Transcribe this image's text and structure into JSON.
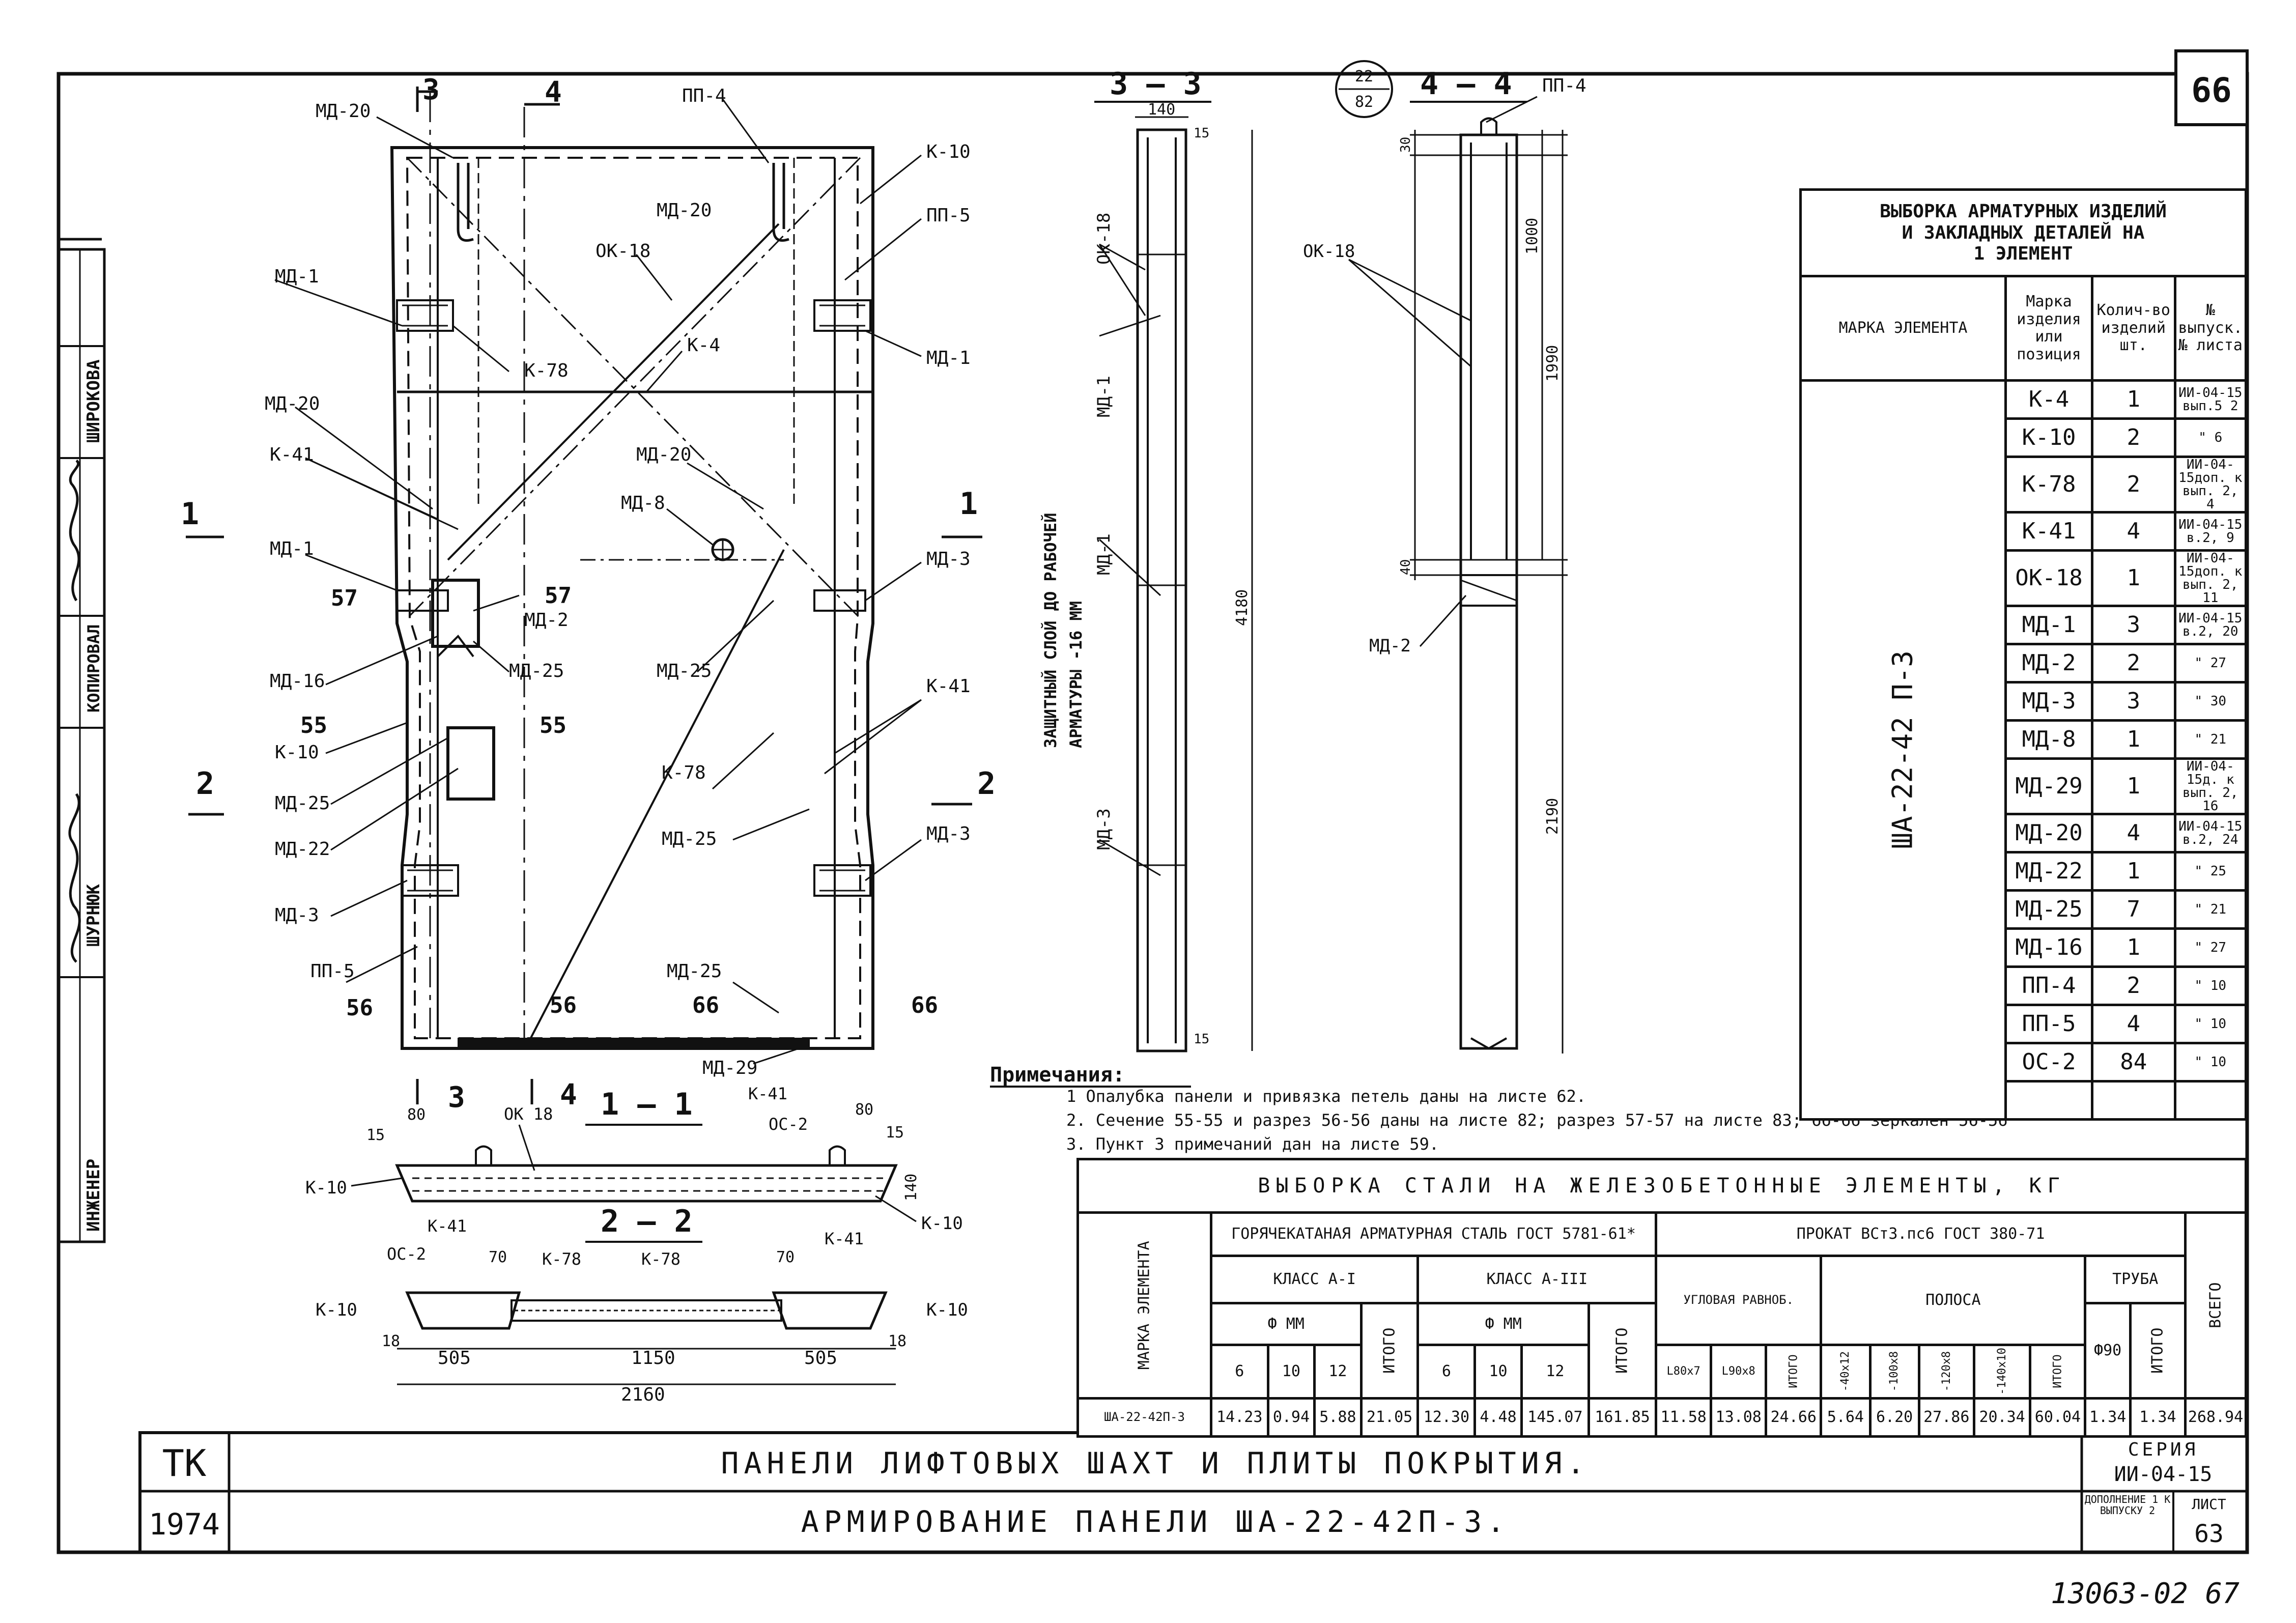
{
  "sheet_number": "66",
  "side_stamp": {
    "cells": [
      "ИНЖЕНЕР",
      "ШУРНЮК",
      "КОПИРОВАЛ",
      "ШИРОКОВА"
    ],
    "signatures": [
      "Шурнюк (подпись)",
      "Широкова (подпись)"
    ]
  },
  "view_labels": {
    "s3_top": "3",
    "s4_top": "4",
    "s3_bot": "3",
    "s4_bot": "4",
    "s1_left": "1",
    "s1_right": "1",
    "s2_left": "2",
    "s2_right": "2",
    "s57_left": "57",
    "s57_right": "57",
    "s55_left": "55",
    "s55_right": "55",
    "s56_left": "56",
    "s56_right": "56",
    "s66_left": "66",
    "s66_right": "66",
    "sec33": "3 — 3",
    "sec44": "4 — 4",
    "sec11": "1 — 1",
    "sec22": "2 — 2",
    "circle_top": "22",
    "circle_bot": "82"
  },
  "main_view_labels": {
    "md20_a": "МД-20",
    "md20_b": "МД-20",
    "md20_c": "МД-20",
    "md20_d": "МД-20",
    "pp4": "ПП-4",
    "k10_top": "К-10",
    "pp5_top": "ПП-5",
    "ok18": "ОК-18",
    "md1_a": "МД-1",
    "k78_a": "К-78",
    "k4": "К-4",
    "md1_b": "МД-1",
    "k41_a": "К-41",
    "md8": "МД-8",
    "md1_c": "МД-1",
    "md2": "МД-2",
    "md3_a": "МД-3",
    "md16": "МД-16",
    "md25_a": "МД-25",
    "md25_b": "МД-25",
    "k41_b": "К-41",
    "k10_b": "К-10",
    "md25_c": "МД-25",
    "k78_b": "К-78",
    "md22": "МД-22",
    "md25_d": "МД-25",
    "md3_b": "МД-3",
    "md3_c": "МД-3",
    "pp5_b": "ПП-5",
    "md25_e": "МД-25",
    "md29": "МД-29"
  },
  "section_labels": {
    "ok18_33": "ОК-18",
    "md1_33a": "МД-1",
    "md1_33b": "МД-1",
    "md3_33": "МД-3",
    "ok18_44": "ОК-18",
    "md2_44": "МД-2",
    "pp4_44": "ПП-4",
    "protect_1": "ЗАЩИТНЫЙ СЛОЙ ДО РАБОЧЕЙ",
    "protect_2": "АРМАТУРЫ -16 ММ"
  },
  "section_dims": {
    "d140_33": "140",
    "d15_33a": "15",
    "d15_33b": "15",
    "d4180": "4180",
    "d30": "30",
    "d1000": "1000",
    "d1990": "1990",
    "d40": "40",
    "d2190": "2190"
  },
  "plan_labels": {
    "d80a": "80",
    "d15a": "15",
    "ok18": "ОК 18",
    "k41_1": "К-41",
    "oc2_1": "ОС-2",
    "d80b": "80",
    "d15b": "15",
    "d140": "140",
    "k10_1a": "К-10",
    "k10_1b": "К-10",
    "k41_2a": "К-41",
    "oc2_2": "ОС-2",
    "d70a": "70",
    "k78_2a": "К-78",
    "k78_2b": "К-78",
    "d70b": "70",
    "k41_2b": "К-41",
    "k10_2a": "К-10",
    "k10_2b": "К-10",
    "d18a": "18",
    "d505a": "505",
    "d1150": "1150",
    "d505b": "505",
    "d18b": "18",
    "d2160": "2160"
  },
  "notes": {
    "title": "Примечания:",
    "items": [
      "1 Опалубка панели и привязка петель даны на листе 62.",
      "2. Сечение 55-55 и разрез 56-56 даны на листе 82; разрез 57-57 на листе 83; 66-66 зеркален 56-56",
      "3. Пункт 3 примечаний дан на листе 59."
    ]
  },
  "selection_table": {
    "title_lines": [
      "ВЫБОРКА АРМАТУРНЫХ ИЗДЕЛИЙ",
      "И ЗАКЛАДНЫХ ДЕТАЛЕЙ НА",
      "1 ЭЛЕМЕНТ"
    ],
    "headers": [
      "МАРКА ЭЛЕМЕНТА",
      "Марка изделия или позиция",
      "Колич-во изделий шт.",
      "№ выпуск. № листа"
    ],
    "element": "ША-22-42 П-3",
    "rows": [
      {
        "item": "К-4",
        "qty": "1",
        "ref": "ИИ-04-15 вып.5 2"
      },
      {
        "item": "К-10",
        "qty": "2",
        "ref": "\" 6"
      },
      {
        "item": "К-78",
        "qty": "2",
        "ref": "ИИ-04-15доп. к вып. 2, 4"
      },
      {
        "item": "К-41",
        "qty": "4",
        "ref": "ИИ-04-15 в.2, 9"
      },
      {
        "item": "ОК-18",
        "qty": "1",
        "ref": "ИИ-04-15доп. к вып. 2, 11"
      },
      {
        "item": "МД-1",
        "qty": "3",
        "ref": "ИИ-04-15 в.2, 20"
      },
      {
        "item": "МД-2",
        "qty": "2",
        "ref": "\" 27"
      },
      {
        "item": "МД-3",
        "qty": "3",
        "ref": "\" 30"
      },
      {
        "item": "МД-8",
        "qty": "1",
        "ref": "\" 21"
      },
      {
        "item": "МД-29",
        "qty": "1",
        "ref": "ИИ-04-15д. к вып. 2, 16"
      },
      {
        "item": "МД-20",
        "qty": "4",
        "ref": "ИИ-04-15 в.2, 24"
      },
      {
        "item": "МД-22",
        "qty": "1",
        "ref": "\" 25"
      },
      {
        "item": "МД-25",
        "qty": "7",
        "ref": "\" 21"
      },
      {
        "item": "МД-16",
        "qty": "1",
        "ref": "\" 27"
      },
      {
        "item": "ПП-4",
        "qty": "2",
        "ref": "\" 10"
      },
      {
        "item": "ПП-5",
        "qty": "4",
        "ref": "\" 10"
      },
      {
        "item": "ОС-2",
        "qty": "84",
        "ref": "\" 10"
      },
      {
        "item": "",
        "qty": "",
        "ref": ""
      }
    ]
  },
  "steel_table": {
    "title": "ВЫБОРКА СТАЛИ НА ЖЕЛЕЗОБЕТОННЫЕ ЭЛЕМЕНТЫ, КГ",
    "marka_header": "МАРКА ЭЛЕМЕНТА",
    "group1": "ГОРЯЧЕКАТАНАЯ АРМАТУРНАЯ СТАЛЬ ГОСТ 5781-61*",
    "group2": "ПРОКАТ ВСт3.пс6 ГОСТ 380-71",
    "class1": "КЛАСС А-I",
    "class2": "КЛАСС А-III",
    "dia1": "Ф ММ",
    "dia2": "Ф ММ",
    "angle_header": "УГЛОВАЯ РАВНОБ.",
    "strip_header": "ПОЛОСА",
    "pipe_header": "ТРУБА",
    "total_header": "ВСЕГО",
    "sub_itogo": "ИТОГО",
    "sub_cols": [
      "6",
      "10",
      "12",
      "ИТОГО",
      "6",
      "10",
      "12",
      "ИТОГО",
      "L80x7",
      "L90x8",
      "ИТОГО",
      "-40x12",
      "-100x8",
      "-120x8",
      "-140x10",
      "ИТОГО",
      "Ф90",
      "ИТОГО"
    ],
    "row": {
      "element": "ША-22-42П-3",
      "values": [
        "14.23",
        "0.94",
        "5.88",
        "21.05",
        "12.30",
        "4.48",
        "145.07",
        "161.85",
        "11.58",
        "13.08",
        "24.66",
        "5.64",
        "6.20",
        "27.86",
        "20.34",
        "60.04",
        "1.34",
        "1.34",
        "268.94"
      ]
    }
  },
  "title_block": {
    "org": "ТК",
    "year": "1974",
    "line1": "ПАНЕЛИ ЛИФТОВЫХ ШАХТ И ПЛИТЫ ПОКРЫТИЯ.",
    "line2": "АРМИРОВАНИЕ ПАНЕЛИ ША-22-42П-3.",
    "series_label": "СЕРИЯ",
    "series": "ИИ-04-15",
    "addition": "ДОПОЛНЕНИЕ 1 К ВЫПУСКУ 2",
    "sheet_label": "ЛИСТ",
    "sheet": "63"
  },
  "footer_number": "13063-02  67"
}
